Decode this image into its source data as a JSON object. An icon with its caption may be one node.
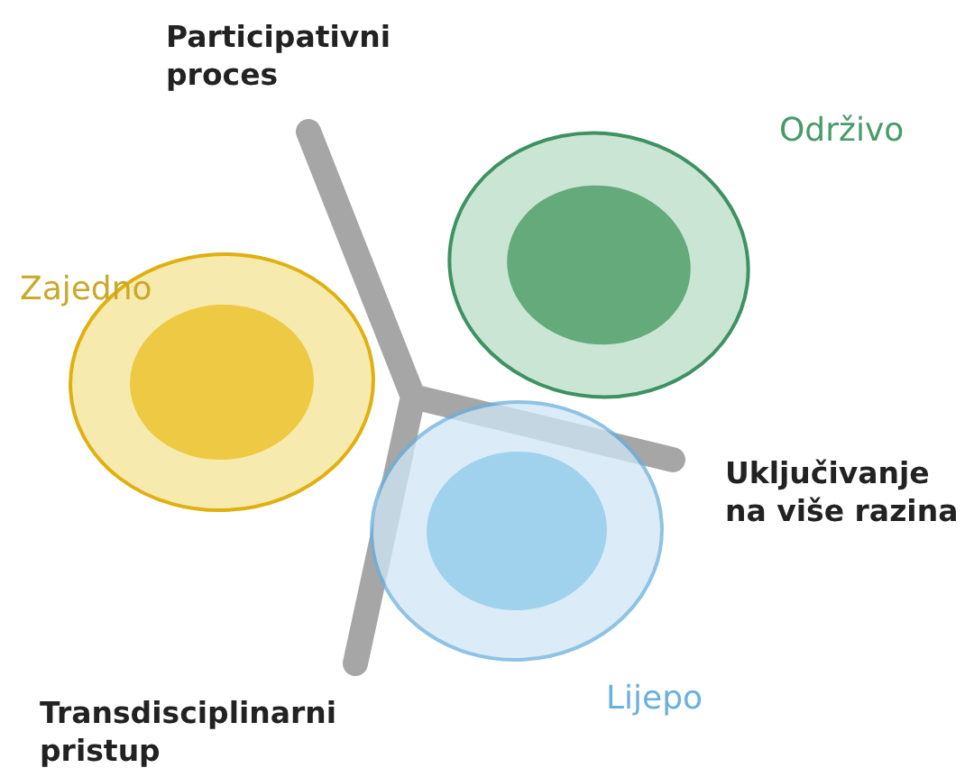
{
  "diagram": {
    "nodes": [
      {
        "text": [],
        "shape": "circle",
        "beside": [
          "Zajedno"
        ]
      },
      {
        "text": [],
        "shape": "circle",
        "beside": [
          "Održivo"
        ]
      },
      {
        "text": [],
        "shape": "circle",
        "beside": [
          "Lijepo"
        ]
      }
    ],
    "labels": [
      "Participativni proces",
      "Uključivanje na više razina",
      "Transdisciplinarni pristup"
    ]
  }
}
